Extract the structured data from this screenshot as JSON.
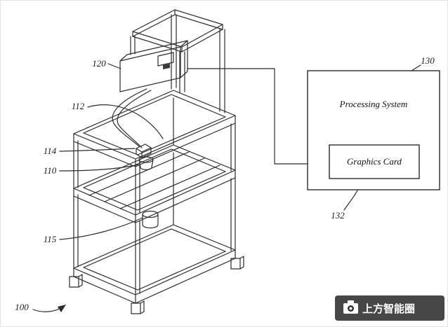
{
  "figure": {
    "ref_labels": {
      "n100": "100",
      "n110": "110",
      "n112": "112",
      "n114": "114",
      "n115": "115",
      "n120": "120",
      "n130": "130",
      "n132": "132"
    },
    "processing_system": {
      "title": "Processing System"
    },
    "graphics_card": {
      "title": "Graphics Card"
    }
  },
  "watermark": {
    "text": "上方智能圈",
    "icon": "camera-icon"
  },
  "colors": {
    "line": "#2b2b2b",
    "background": "#ffffff",
    "watermark_bg": "#2d2d2d",
    "watermark_text": "#ffffff"
  }
}
